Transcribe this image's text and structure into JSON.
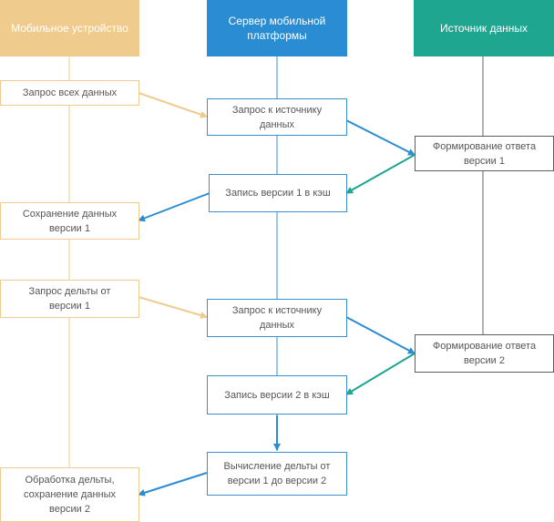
{
  "lanes": {
    "mobile": {
      "title": "Мобильное устройство",
      "color": "#efcc8e"
    },
    "server": {
      "title": "Сервер мобильной\nплатформы",
      "color": "#2a8dd4"
    },
    "source": {
      "title": "Источник данных",
      "color": "#1fa690"
    }
  },
  "steps": {
    "m1": "Запрос всех данных",
    "s1": "Запрос к источнику\nданных",
    "d1": "Формирование ответа\nверсии 1",
    "s2": "Запись версии 1 в кэш",
    "m2": "Сохранение данных\nверсии 1",
    "m3": "Запрос дельты от\nверсии 1",
    "s3": "Запрос к источнику\nданных",
    "d2": "Формирование ответа\nверсии 2",
    "s4": "Запись версии 2 в кэш",
    "s5": "Вычисление дельты от\nверсии 1 до версии 2",
    "m4": "Обработка дельты,\nсохранение данных\nверсии 2"
  },
  "arrow_colors": {
    "request": "#efcc8e",
    "server": "#2a8dd4",
    "source": "#1fa690"
  }
}
